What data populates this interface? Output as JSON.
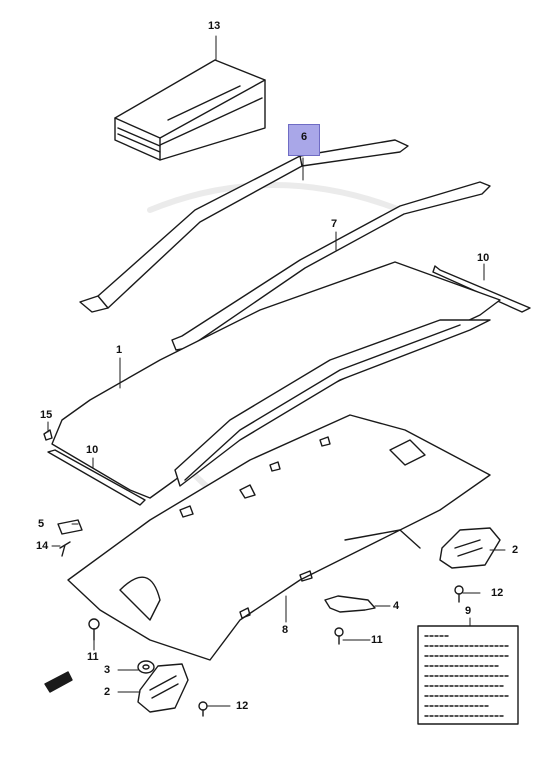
{
  "diagram": {
    "parts": [
      {
        "id": "13",
        "label": "13"
      },
      {
        "id": "6",
        "label": "6",
        "highlighted": true
      },
      {
        "id": "7",
        "label": "7"
      },
      {
        "id": "10a",
        "label": "10"
      },
      {
        "id": "1",
        "label": "1"
      },
      {
        "id": "15",
        "label": "15"
      },
      {
        "id": "10b",
        "label": "10"
      },
      {
        "id": "5",
        "label": "5"
      },
      {
        "id": "14",
        "label": "14"
      },
      {
        "id": "2a",
        "label": "2"
      },
      {
        "id": "12a",
        "label": "12"
      },
      {
        "id": "9",
        "label": "9"
      },
      {
        "id": "4",
        "label": "4"
      },
      {
        "id": "11a",
        "label": "11"
      },
      {
        "id": "8",
        "label": "8"
      },
      {
        "id": "11b",
        "label": "11"
      },
      {
        "id": "3",
        "label": "3"
      },
      {
        "id": "2b",
        "label": "2"
      },
      {
        "id": "12b",
        "label": "12"
      }
    ],
    "colors": {
      "line": "#1a1a1a",
      "highlight": "#a9a7e8",
      "watermark": "#e9e9e9"
    }
  }
}
